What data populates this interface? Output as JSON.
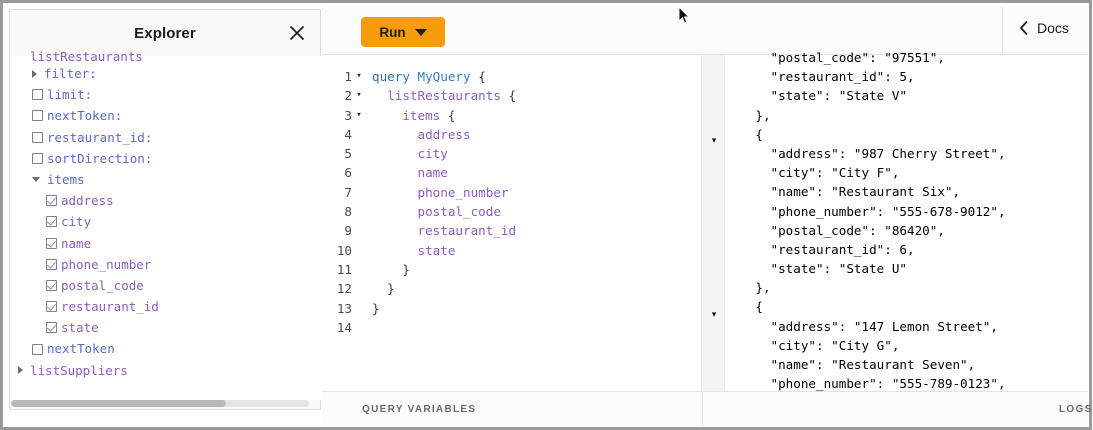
{
  "explorer": {
    "title": "Explorer",
    "close_icon": "close-icon",
    "tree": [
      {
        "label": "listRestaurants",
        "kind": "clipped-root",
        "indent": 0,
        "color": "purple",
        "marker": "none"
      },
      {
        "label": "filter:",
        "kind": "collapsed",
        "indent": 1,
        "color": "blue",
        "marker": "triangle-right"
      },
      {
        "label": "limit:",
        "kind": "arg",
        "indent": 1,
        "color": "blue",
        "marker": "checkbox",
        "checked": false
      },
      {
        "label": "nextToken:",
        "kind": "arg",
        "indent": 1,
        "color": "blue",
        "marker": "checkbox",
        "checked": false
      },
      {
        "label": "restaurant_id:",
        "kind": "arg",
        "indent": 1,
        "color": "blue",
        "marker": "checkbox",
        "checked": false
      },
      {
        "label": "sortDirection:",
        "kind": "arg",
        "indent": 1,
        "color": "blue",
        "marker": "checkbox",
        "checked": false
      },
      {
        "label": "items",
        "kind": "expanded",
        "indent": 1,
        "color": "blue",
        "marker": "triangle-down"
      },
      {
        "label": "address",
        "kind": "field",
        "indent": 2,
        "color": "purple",
        "marker": "checkbox",
        "checked": true
      },
      {
        "label": "city",
        "kind": "field",
        "indent": 2,
        "color": "purple",
        "marker": "checkbox",
        "checked": true
      },
      {
        "label": "name",
        "kind": "field",
        "indent": 2,
        "color": "purple",
        "marker": "checkbox",
        "checked": true
      },
      {
        "label": "phone_number",
        "kind": "field",
        "indent": 2,
        "color": "purple",
        "marker": "checkbox",
        "checked": true
      },
      {
        "label": "postal_code",
        "kind": "field",
        "indent": 2,
        "color": "purple",
        "marker": "checkbox",
        "checked": true
      },
      {
        "label": "restaurant_id",
        "kind": "field",
        "indent": 2,
        "color": "purple",
        "marker": "checkbox",
        "checked": true
      },
      {
        "label": "state",
        "kind": "field",
        "indent": 2,
        "color": "purple",
        "marker": "checkbox",
        "checked": true
      },
      {
        "label": "nextToken",
        "kind": "field",
        "indent": 1,
        "color": "blue",
        "marker": "checkbox",
        "checked": false
      },
      {
        "label": "listSuppliers",
        "kind": "collapsed",
        "indent": 0,
        "color": "purple",
        "marker": "triangle-right"
      }
    ]
  },
  "toolbar": {
    "run_label": "Run",
    "run_caret_icon": "chevron-down-icon",
    "run_color": "#f79b09",
    "docs_label": "Docs",
    "docs_chevron_icon": "chevron-left-icon"
  },
  "editor": {
    "lines": [
      {
        "n": "1",
        "fold": "▾",
        "text": "query MyQuery {"
      },
      {
        "n": "2",
        "fold": "▾",
        "text": "  listRestaurants {"
      },
      {
        "n": "3",
        "fold": "▾",
        "text": "    items {"
      },
      {
        "n": "4",
        "fold": "",
        "text": "      address"
      },
      {
        "n": "5",
        "fold": "",
        "text": "      city"
      },
      {
        "n": "6",
        "fold": "",
        "text": "      name"
      },
      {
        "n": "7",
        "fold": "",
        "text": "      phone_number"
      },
      {
        "n": "8",
        "fold": "",
        "text": "      postal_code"
      },
      {
        "n": "9",
        "fold": "",
        "text": "      restaurant_id"
      },
      {
        "n": "10",
        "fold": "",
        "text": "      state"
      },
      {
        "n": "11",
        "fold": "",
        "text": "    }"
      },
      {
        "n": "12",
        "fold": "",
        "text": "  }"
      },
      {
        "n": "13",
        "fold": "",
        "text": "}"
      },
      {
        "n": "14",
        "fold": "",
        "text": ""
      }
    ]
  },
  "results": {
    "fold_markers": [
      "▾",
      "▾"
    ],
    "lines": [
      {
        "text": "      \"postal_code\": \"97551\",",
        "clipped_top": true
      },
      {
        "text": "      \"restaurant_id\": 5,"
      },
      {
        "text": "      \"state\": \"State V\""
      },
      {
        "text": "    },"
      },
      {
        "text": "    {"
      },
      {
        "text": "      \"address\": \"987 Cherry Street\","
      },
      {
        "text": "      \"city\": \"City F\","
      },
      {
        "text": "      \"name\": \"Restaurant Six\","
      },
      {
        "text": "      \"phone_number\": \"555-678-9012\","
      },
      {
        "text": "      \"postal_code\": \"86420\","
      },
      {
        "text": "      \"restaurant_id\": 6,"
      },
      {
        "text": "      \"state\": \"State U\""
      },
      {
        "text": "    },"
      },
      {
        "text": "    {"
      },
      {
        "text": "      \"address\": \"147 Lemon Street\","
      },
      {
        "text": "      \"city\": \"City G\","
      },
      {
        "text": "      \"name\": \"Restaurant Seven\","
      },
      {
        "text": "      \"phone_number\": \"555-789-0123\",",
        "clipped_bottom": true
      }
    ]
  },
  "bottom_tabs": {
    "query_variables": "QUERY VARIABLES",
    "logs": "LOGS"
  }
}
